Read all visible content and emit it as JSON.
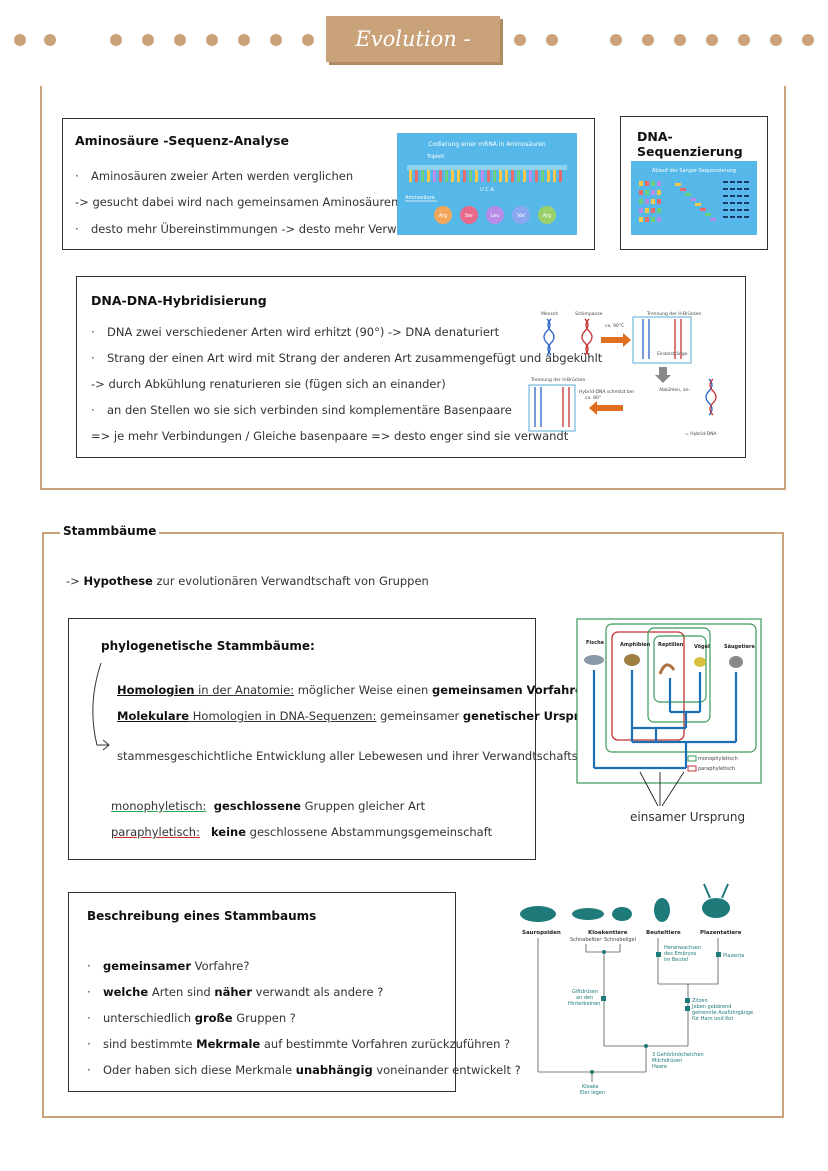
{
  "header": {
    "title": "Evolution - Vorabi"
  },
  "section1": {
    "aminosaeure": {
      "heading": "Aminosäure -Sequenz-Analyse",
      "lines": [
        "Aminosäuren zweier Arten werden verglichen",
        "-> gesucht dabei wird nach gemeinsamen Aminosäuren",
        "desto mehr Übereinstimmungen -> desto mehr Verwandt"
      ],
      "image": {
        "title": "Codierung einer mRNA in Aminosäuren",
        "triplet_label": "Triplett",
        "codon": "U C A",
        "chain_label": "Aminosäure",
        "amino_acids": [
          "Arg",
          "Ser",
          "Leu",
          "Val",
          "Arg"
        ]
      }
    },
    "dna_seq": {
      "heading": "DNA-Sequenzierung",
      "image": {
        "title": "Ablauf der Sanger-Sequenzierung"
      }
    },
    "hybrid": {
      "heading": "DNA-DNA-Hybridisierung",
      "lines": [
        "DNA zwei verschiedener Arten wird erhitzt (90°) -> DNA denaturiert",
        "Strang der einen Art wird mit Strang der anderen Art zusammengefügt und abgekühlt",
        "-> durch Abkühlung renaturieren sie (fügen sich an einander)",
        "an den Stellen wo sie sich verbinden sind komplementäre Basenpaare",
        "=> je mehr Verbindungen / Gleiche basenpaare => desto enger sind sie verwandt"
      ],
      "image": {
        "mensch": "Mensch",
        "schimpanse": "Schimpanse",
        "heat": "ca. 90°C",
        "trennung": "Trennung der H-Brücken",
        "einzelstraenge": "Einzelstränge",
        "abkuehlen": "Abkühlen, an-",
        "hybrid": "= Hybrid-DNA",
        "hybrid_schmilzt": "Hybrid-DNA schmilzt bei",
        "temp2": "ca. 80°"
      }
    }
  },
  "section2": {
    "label": "Stammbäume",
    "hypothese": {
      "prefix": "-> ",
      "bold": "Hypothese",
      "rest": " zur evolutionären Verwandtschaft von Gruppen"
    },
    "phylo": {
      "heading": "phylogenetische Stammbäume:",
      "line1_bold": "Homologien",
      "line1_mid": " in der Anatomie:",
      "line1_rest": "  möglicher Weise einen ",
      "line1_bold2": "gemeinsamen Vorfahren",
      "line2_bold": "Molekulare",
      "line2_mid": " Homologien in DNA-Sequenzen:",
      "line2_rest": " gemeinsamer ",
      "line2_bold2": "genetischer Ursprung",
      "line3": "stammesgeschichtliche Entwicklung aller Lebewesen und ihrer Verwandtschaftsgruppen",
      "mono_label": "monophyletisch:",
      "mono_bold": "geschlossene",
      "mono_rest": " Gruppen gleicher Art",
      "para_label": "paraphyletisch:",
      "para_bold": "keine",
      "para_rest": " geschlossene Abstammungsgemeinschaft"
    },
    "tree_image": {
      "groups": [
        "Fische",
        "Amphibien",
        "Reptilien",
        "Vögel",
        "Säugetiere"
      ],
      "legend_mono": "monophyletisch",
      "legend_para": "paraphyletisch",
      "caption": "einsamer Ursprung"
    },
    "beschreibung": {
      "heading": "Beschreibung eines Stammbaums",
      "items": [
        {
          "bold": "gemeinsamer",
          "rest": " Vorfahre?"
        },
        {
          "bold": "welche",
          "rest": " Arten sind ",
          "bold2": "näher",
          "rest2": " verwandt als andere ?"
        },
        {
          "pre": "unterschiedlich ",
          "bold": "große",
          "rest": " Gruppen ?"
        },
        {
          "pre": "sind bestimmte ",
          "bold": "Mekrmale",
          "rest": " auf bestimmte Vorfahren zurückzuführen ?"
        },
        {
          "pre": "Oder haben sich diese Merkmale ",
          "bold": "unabhängig",
          "rest": " voneinander entwickelt ?"
        }
      ]
    },
    "animal_tree": {
      "groups": [
        "Sauropsiden",
        "Kloakentiere",
        "Beuteltiere",
        "Plazentatiere"
      ],
      "sub_kloake": [
        "Schnabeltier",
        "Schnabeligel"
      ],
      "notes": {
        "heranwachsen": [
          "Heranwachsen",
          "des Embryos",
          "im Beutel"
        ],
        "plazenta": "Plazenta",
        "giftdruesen": [
          "Giftdrüsen",
          "an den",
          "Hinterbeinen"
        ],
        "zitzen": [
          "Zitzen",
          "Jeben gebärend",
          "getrennte Ausführgänge",
          "für Harn und Kot"
        ],
        "gehoer": [
          "3 Gehörknöchelchen",
          "Milchdrüsen",
          "Haare"
        ],
        "kloake": [
          "Kloake",
          "Eier legen"
        ]
      }
    }
  },
  "colors": {
    "accent": "#c9a27a",
    "teal": "#1f7a7a",
    "blue": "#1a6fb5",
    "green": "#3a9a5a",
    "red": "#c03030"
  }
}
